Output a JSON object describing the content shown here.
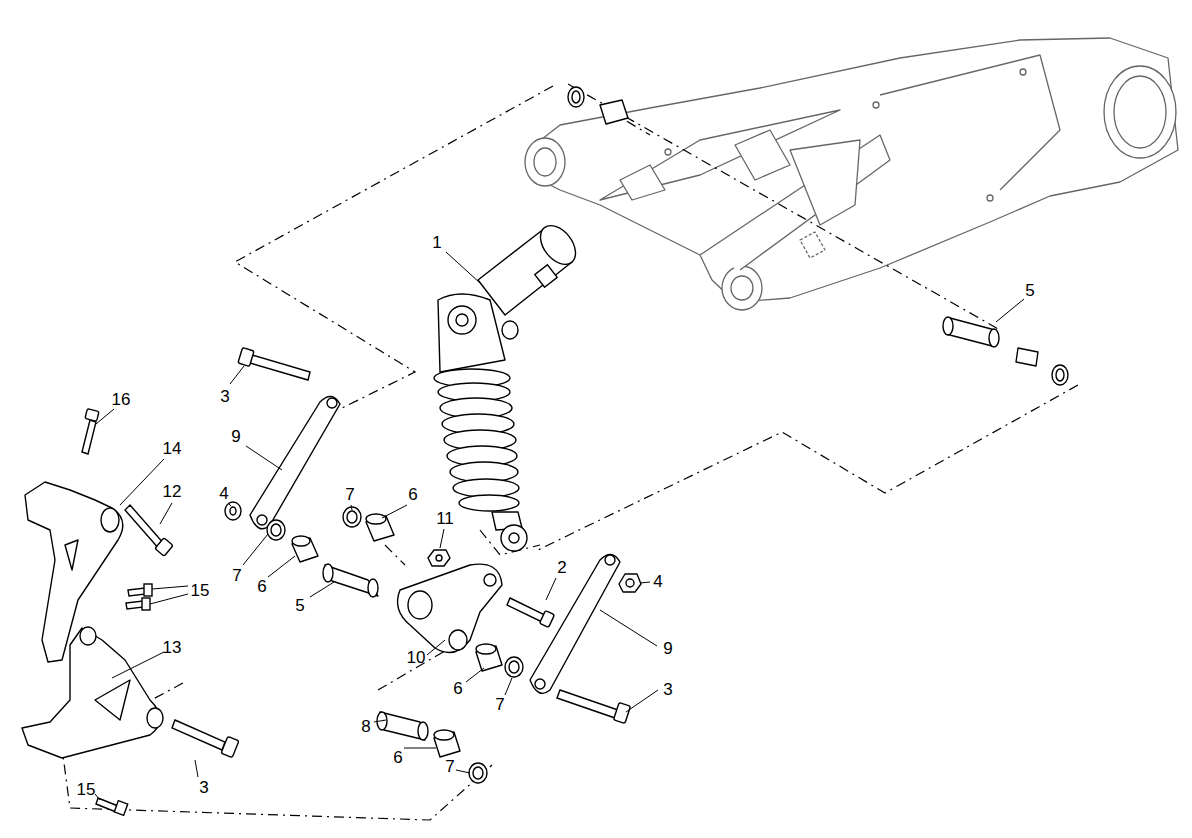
{
  "diagram": {
    "labels": [
      "1",
      "5",
      "3",
      "16",
      "9",
      "14",
      "12",
      "4",
      "7",
      "6",
      "11",
      "2",
      "7",
      "4",
      "6",
      "15",
      "5",
      "9",
      "13",
      "10",
      "6",
      "3",
      "7",
      "8",
      "6",
      "7",
      "3",
      "15"
    ]
  }
}
